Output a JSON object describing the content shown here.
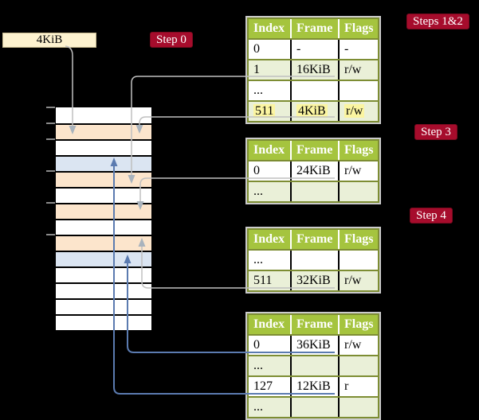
{
  "labels": {
    "frame_box": "4KiB",
    "step0": "Step 0",
    "steps12": "Steps 1&2",
    "step3": "Step 3",
    "step4": "Step 4"
  },
  "colors": {
    "background": "#000000",
    "header_green": "#a5c43e",
    "row_green": "#eaf0d8",
    "highlight_yellow": "#fbf5a1",
    "badge_red": "#a60c2c",
    "memory_peach": "#fce5cc",
    "memory_blue": "#dbe5f2",
    "box_cream": "#fdf2cf",
    "table_border_olive": "#7d8d33",
    "connector_gray": "#c0c0c0",
    "connector_gray_arrow": "#a9b3bd",
    "connector_blue": "#5b7bb0"
  },
  "table_headers": [
    "Index",
    "Frame",
    "Flags"
  ],
  "tables": [
    {
      "id": "level4",
      "rows": [
        {
          "index": "0",
          "frame": "-",
          "flags": "-",
          "highlight": false
        },
        {
          "index": "1",
          "frame": "16KiB",
          "flags": "r/w",
          "highlight": false
        },
        {
          "index": "...",
          "frame": "",
          "flags": "",
          "highlight": false
        },
        {
          "index": "511",
          "frame": "4KiB",
          "flags": "r/w",
          "highlight": true
        }
      ]
    },
    {
      "id": "level3",
      "rows": [
        {
          "index": "0",
          "frame": "24KiB",
          "flags": "r/w",
          "highlight": false
        },
        {
          "index": "...",
          "frame": "",
          "flags": "",
          "highlight": false
        }
      ]
    },
    {
      "id": "level2",
      "rows": [
        {
          "index": "...",
          "frame": "",
          "flags": "",
          "highlight": false
        },
        {
          "index": "511",
          "frame": "32KiB",
          "flags": "r/w",
          "highlight": false
        }
      ]
    },
    {
      "id": "level1",
      "rows": [
        {
          "index": "0",
          "frame": "36KiB",
          "flags": "r/w",
          "highlight": false
        },
        {
          "index": "...",
          "frame": "",
          "flags": "",
          "highlight": false
        },
        {
          "index": "127",
          "frame": "12KiB",
          "flags": "r",
          "highlight": false
        },
        {
          "index": "...",
          "frame": "",
          "flags": "",
          "highlight": false
        }
      ]
    }
  ],
  "memory_rows": [
    "white",
    "peach",
    "white",
    "blue",
    "peach",
    "white",
    "peach",
    "white",
    "peach",
    "blue",
    "white",
    "white",
    "white",
    "white"
  ],
  "connectors": [
    {
      "id": "frame-box-to-4kib",
      "style": "gray"
    },
    {
      "id": "entry-16kib",
      "style": "gray"
    },
    {
      "id": "entry-4kib",
      "style": "gray"
    },
    {
      "id": "entry-24kib",
      "style": "gray"
    },
    {
      "id": "entry-32kib",
      "style": "gray"
    },
    {
      "id": "entry-36kib",
      "style": "blue"
    },
    {
      "id": "entry-12kib",
      "style": "blue"
    }
  ]
}
